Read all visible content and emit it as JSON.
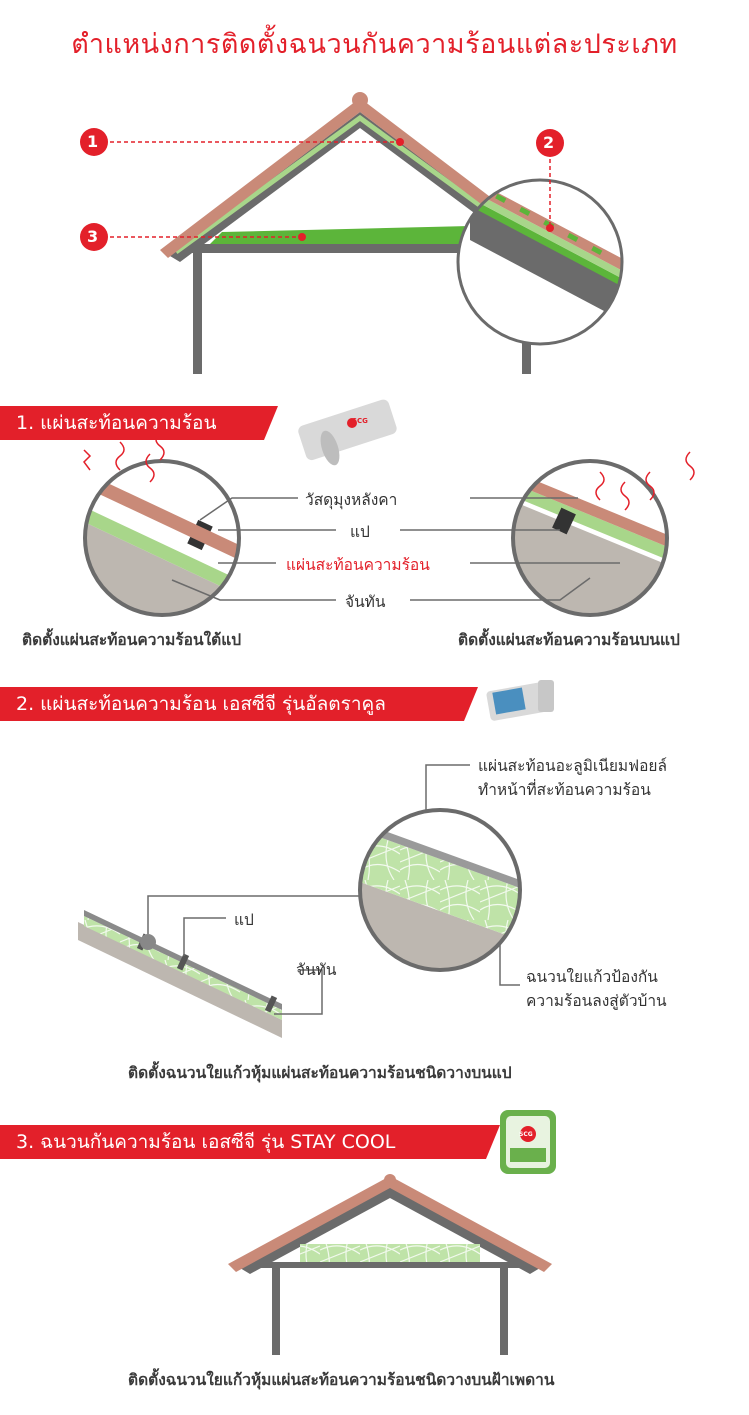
{
  "title": "ตำแหน่งการติดตั้งฉนวนกันความร้อนแต่ละประเภท",
  "markers": [
    "1",
    "2",
    "3"
  ],
  "section1": {
    "banner": "1. แผ่นสะท้อนความร้อน",
    "labels": {
      "roof": "วัสดุมุงหลังคา",
      "purlin": "แป",
      "reflector": "แผ่นสะท้อนความร้อน",
      "rafter": "จันทัน"
    },
    "caption_left": "ติดตั้งแผ่นสะท้อนความร้อนใต้แป",
    "caption_right": "ติดตั้งแผ่นสะท้อนความร้อนบนแป"
  },
  "section2": {
    "banner": "2.  แผ่นสะท้อนความร้อน เอสซีจี รุ่นอัลตราคูล",
    "label_purlin": "แป",
    "label_rafter": "จันทัน",
    "label_foil_1": "แผ่นสะท้อนอะลูมิเนียมฟอยล์",
    "label_foil_2": "ทำหน้าที่สะท้อนความร้อน",
    "label_glass_1": "ฉนวนใยแก้วป้องกัน",
    "label_glass_2": "ความร้อนลงสู่ตัวบ้าน",
    "caption": "ติดตั้งฉนวนใยแก้วหุ้มแผ่นสะท้อนความร้อนชนิดวางบนแป"
  },
  "section3": {
    "banner": "3. ฉนวนกันความร้อน เอสซีจี รุ่น STAY COOL",
    "caption": "ติดตั้งฉนวนใยแก้วหุ้มแผ่นสะท้อนความร้อนชนิดวางบนฝ้าเพดาน"
  },
  "product_logo": "SCG",
  "colors": {
    "accent": "#e3202a",
    "roof": "#c98a78",
    "structure": "#6b6b6b",
    "green": "#5cb53a",
    "light_green": "#a8d68a",
    "rafter": "#bdb7b0"
  }
}
